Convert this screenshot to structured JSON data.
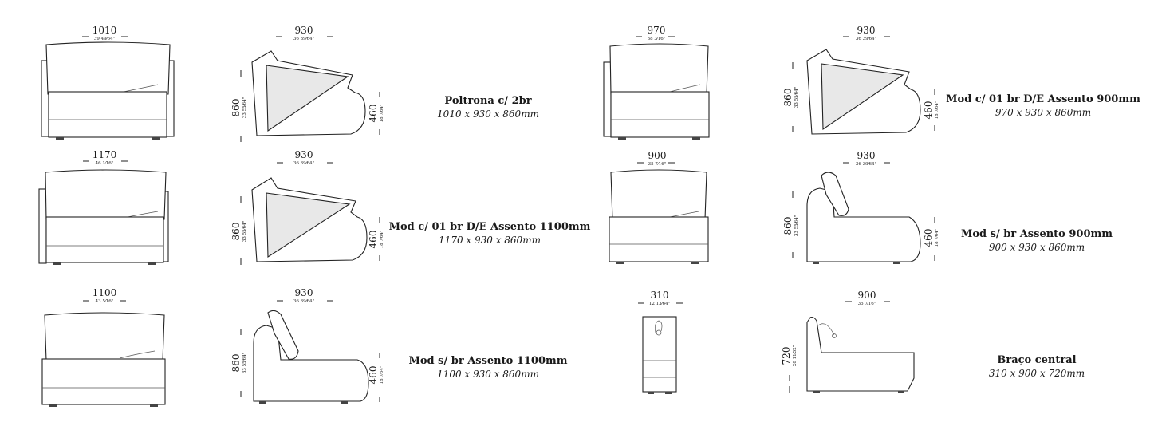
{
  "modules": [
    {
      "title": "Poltrona c/ 2br",
      "dims": "1010 x 930 x 860mm",
      "front_width": {
        "mm": "1010",
        "in": "39 49⁄64\""
      },
      "side_depth": {
        "mm": "930",
        "in": "36 39⁄64\""
      },
      "height": {
        "mm": "860",
        "in": "33 55⁄64\""
      },
      "seat_height": {
        "mm": "460",
        "in": "18 7⁄64\""
      }
    },
    {
      "title": "Mod c/ 01 br D/E Assento 1100mm",
      "dims": "1170 x 930 x 860mm",
      "front_width": {
        "mm": "1170",
        "in": "46 1⁄16\""
      },
      "side_depth": {
        "mm": "930",
        "in": "36 39⁄64\""
      },
      "height": {
        "mm": "860",
        "in": "33 55⁄64\""
      },
      "seat_height": {
        "mm": "460",
        "in": "18 7⁄64\""
      }
    },
    {
      "title": "Mod s/ br Assento 1100mm",
      "dims": "1100 x 930 x 860mm",
      "front_width": {
        "mm": "1100",
        "in": "43 5⁄16\""
      },
      "side_depth": {
        "mm": "930",
        "in": "36 39⁄64\""
      },
      "height": {
        "mm": "860",
        "in": "33 55⁄64\""
      },
      "seat_height": {
        "mm": "460",
        "in": "18 7⁄64\""
      }
    },
    {
      "title": "Mod c/ 01 br D/E Assento 900mm",
      "dims": "970 x 930 x 860mm",
      "front_width": {
        "mm": "970",
        "in": "38 3⁄16\""
      },
      "side_depth": {
        "mm": "930",
        "in": "36 39⁄64\""
      },
      "height": {
        "mm": "860",
        "in": "33 55⁄64\""
      },
      "seat_height": {
        "mm": "460",
        "in": "18 7⁄64\""
      }
    },
    {
      "title": "Mod s/ br Assento 900mm",
      "dims": "900 x 930 x 860mm",
      "front_width": {
        "mm": "900",
        "in": "35 7⁄16\""
      },
      "side_depth": {
        "mm": "930",
        "in": "36 39⁄64\""
      },
      "height": {
        "mm": "860",
        "in": "33 55⁄64\""
      },
      "seat_height": {
        "mm": "460",
        "in": "18 7⁄64\""
      }
    },
    {
      "title": "Braço central",
      "dims": "310 x 900 x 720mm",
      "front_width": {
        "mm": "310",
        "in": "12 13⁄64\""
      },
      "side_depth": {
        "mm": "900",
        "in": "35 7⁄16\""
      },
      "height": {
        "mm": "720",
        "in": "28 11⁄32\""
      }
    }
  ]
}
